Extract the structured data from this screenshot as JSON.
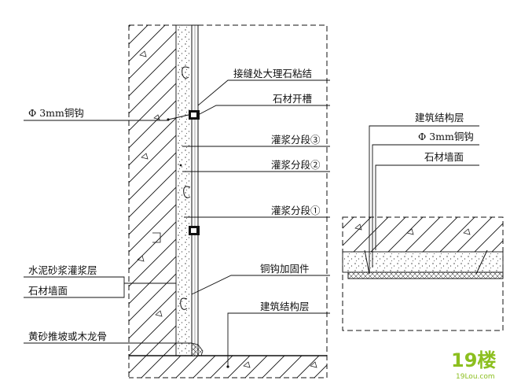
{
  "labels": {
    "joint_marble_bond": "接缝处大理石粘结",
    "stone_slot": "石材开槽",
    "copper_hook_left": "Φ 3mm铜钩",
    "grout_stage_3": "灌浆分段③",
    "grout_stage_2": "灌浆分段②",
    "grout_stage_1": "灌浆分段①",
    "cement_mortar_layer": "水泥砂浆灌浆层",
    "stone_wall_face_left": "石材墙面",
    "copper_hook_fixing": "铜钩加固件",
    "building_structure_left": "建筑结构层",
    "sand_slope_or_wood_keel": "黄砂推坡或木龙骨",
    "building_structure_right": "建筑结构层",
    "copper_hook_right": "Φ 3mm铜钩",
    "stone_wall_face_right": "石材墙面"
  },
  "watermark": {
    "logo": "19楼",
    "url": "19Lou.com"
  },
  "colors": {
    "line": "#111111",
    "watermark": "#8cbf1f"
  }
}
